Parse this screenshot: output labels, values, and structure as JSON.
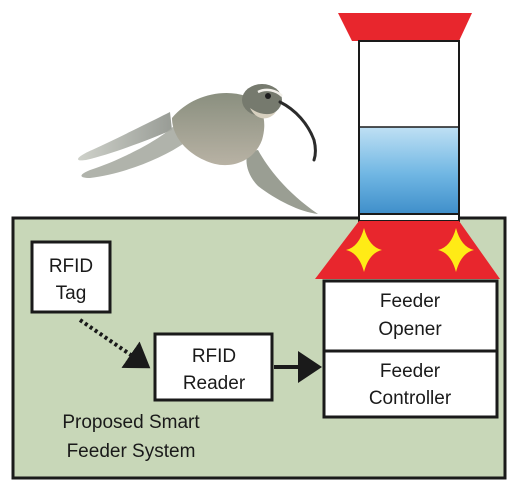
{
  "diagram": {
    "boxes": {
      "rfid_tag": [
        "RFID",
        "Tag"
      ],
      "rfid_reader": [
        "RFID",
        "Reader"
      ],
      "feeder_opener": [
        "Feeder",
        "Opener"
      ],
      "feeder_controller": [
        "Feeder",
        "Controller"
      ]
    },
    "system_label": [
      "Proposed Smart",
      "Feeder System"
    ],
    "illustrations": [
      "hummingbird",
      "feeder-bottle"
    ]
  },
  "colors": {
    "background_panel": "#c8d7b8",
    "feeder_red": "#e8262d",
    "feeder_flower": "#ffeb16",
    "nectar_blue": "#5aa9dd",
    "box_fill": "#ffffff",
    "outline": "#1a1a1a"
  }
}
